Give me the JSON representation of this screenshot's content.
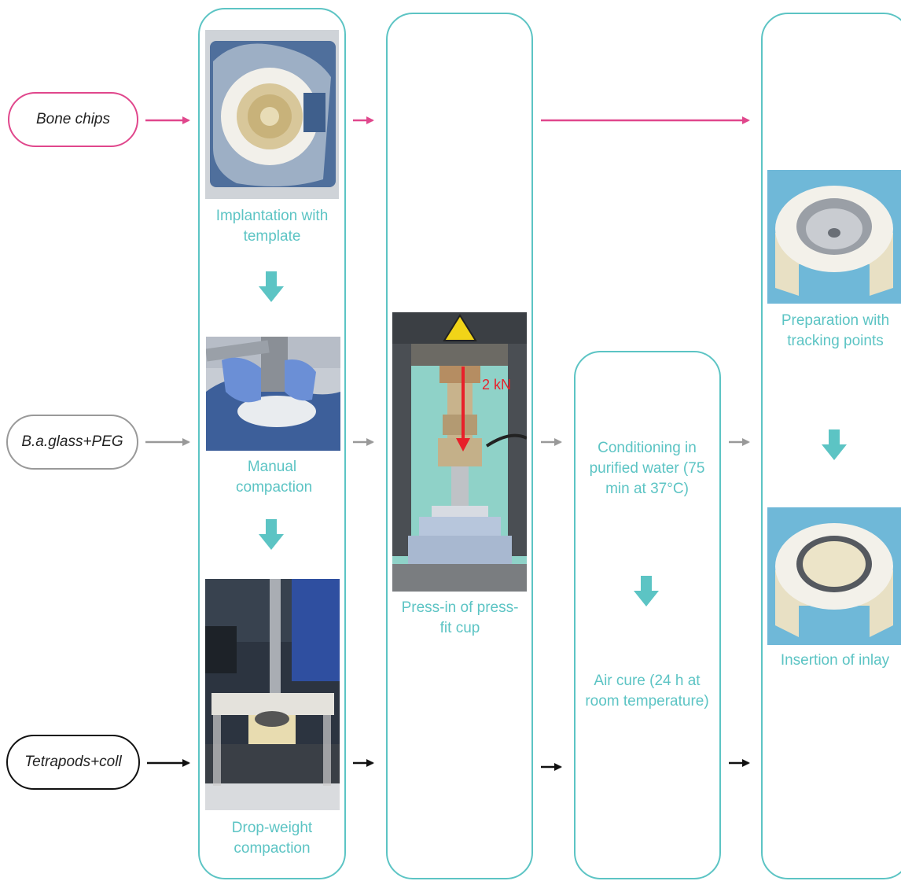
{
  "inputs": {
    "bone_chips": "Bone chips",
    "bioactive_glass": "B.a.glass+PEG",
    "tetrapods": "Tetrapods+coll"
  },
  "steps": {
    "implantation": "Implantation with template",
    "manual": "Manual compaction",
    "drop_weight": "Drop-weight compaction",
    "press_in": "Press-in of press-fit cup",
    "force_label": "2 kN",
    "conditioning": "Conditioning in purified water (75 min at 37°C)",
    "air_cure": "Air cure (24 h at room temperature)",
    "tracking": "Preparation with tracking points",
    "inlay": "Insertion of inlay"
  },
  "colors": {
    "teal": "#5cc4c4",
    "bone_chips": "#e0478c",
    "bioactive_glass": "#999999",
    "tetrapods": "#111111",
    "force": "#e8202a"
  }
}
